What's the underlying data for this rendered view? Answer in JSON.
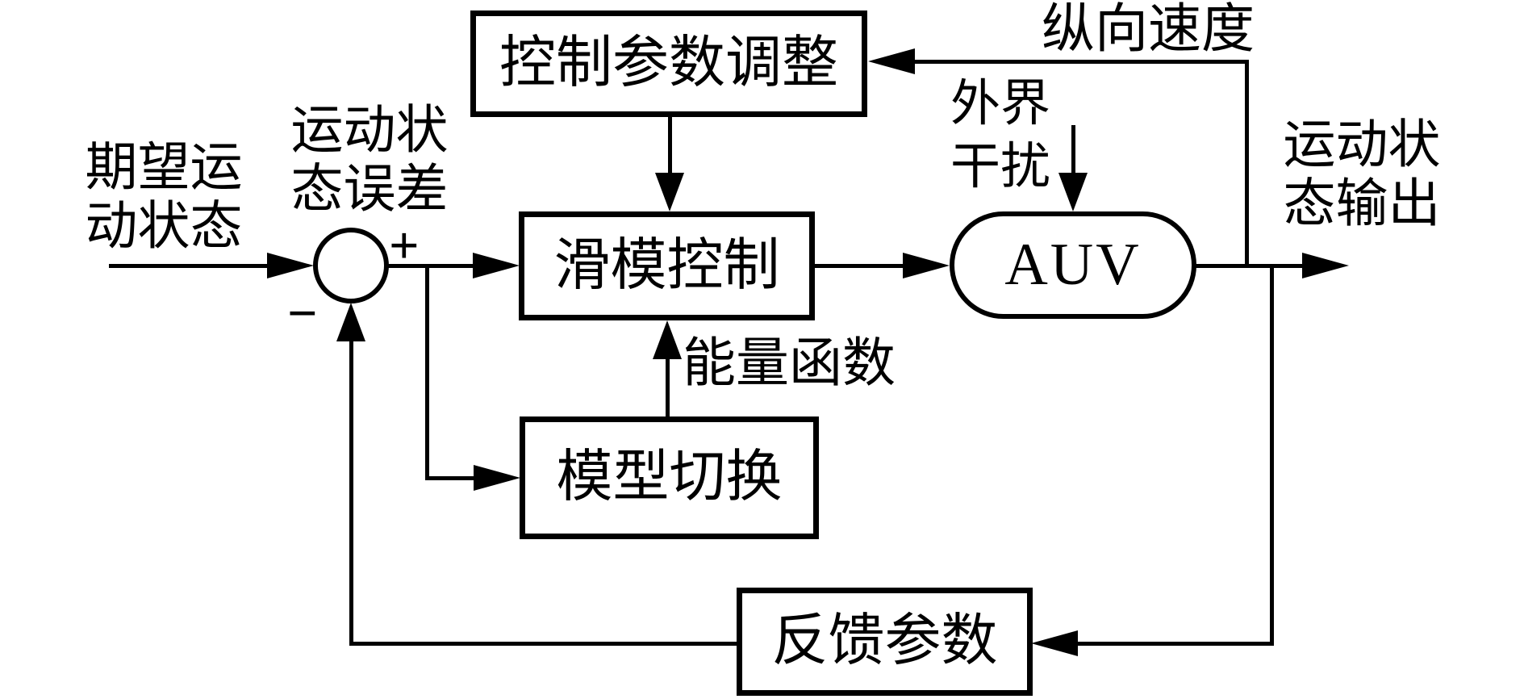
{
  "colors": {
    "background": "#ffffff",
    "stroke": "#000000"
  },
  "nodes": {
    "ctrl_param": {
      "label": "控制参数调整"
    },
    "sliding_mode": {
      "label": "滑模控制"
    },
    "model_switch": {
      "label": "模型切换"
    },
    "feedback_param": {
      "label": "反馈参数"
    },
    "auv": {
      "label": "AUV"
    }
  },
  "labels": {
    "desired_state": {
      "line1": "期望运",
      "line2": "动状态"
    },
    "state_error": {
      "line1": "运动状",
      "line2": "态误差"
    },
    "longitudinal_velocity": "纵向速度",
    "external_disturbance": {
      "line1": "外界",
      "line2": "干扰"
    },
    "energy_function": "能量函数",
    "state_output": {
      "line1": "运动状",
      "line2": "态输出"
    },
    "plus_sign": "+",
    "minus_sign": "−"
  }
}
